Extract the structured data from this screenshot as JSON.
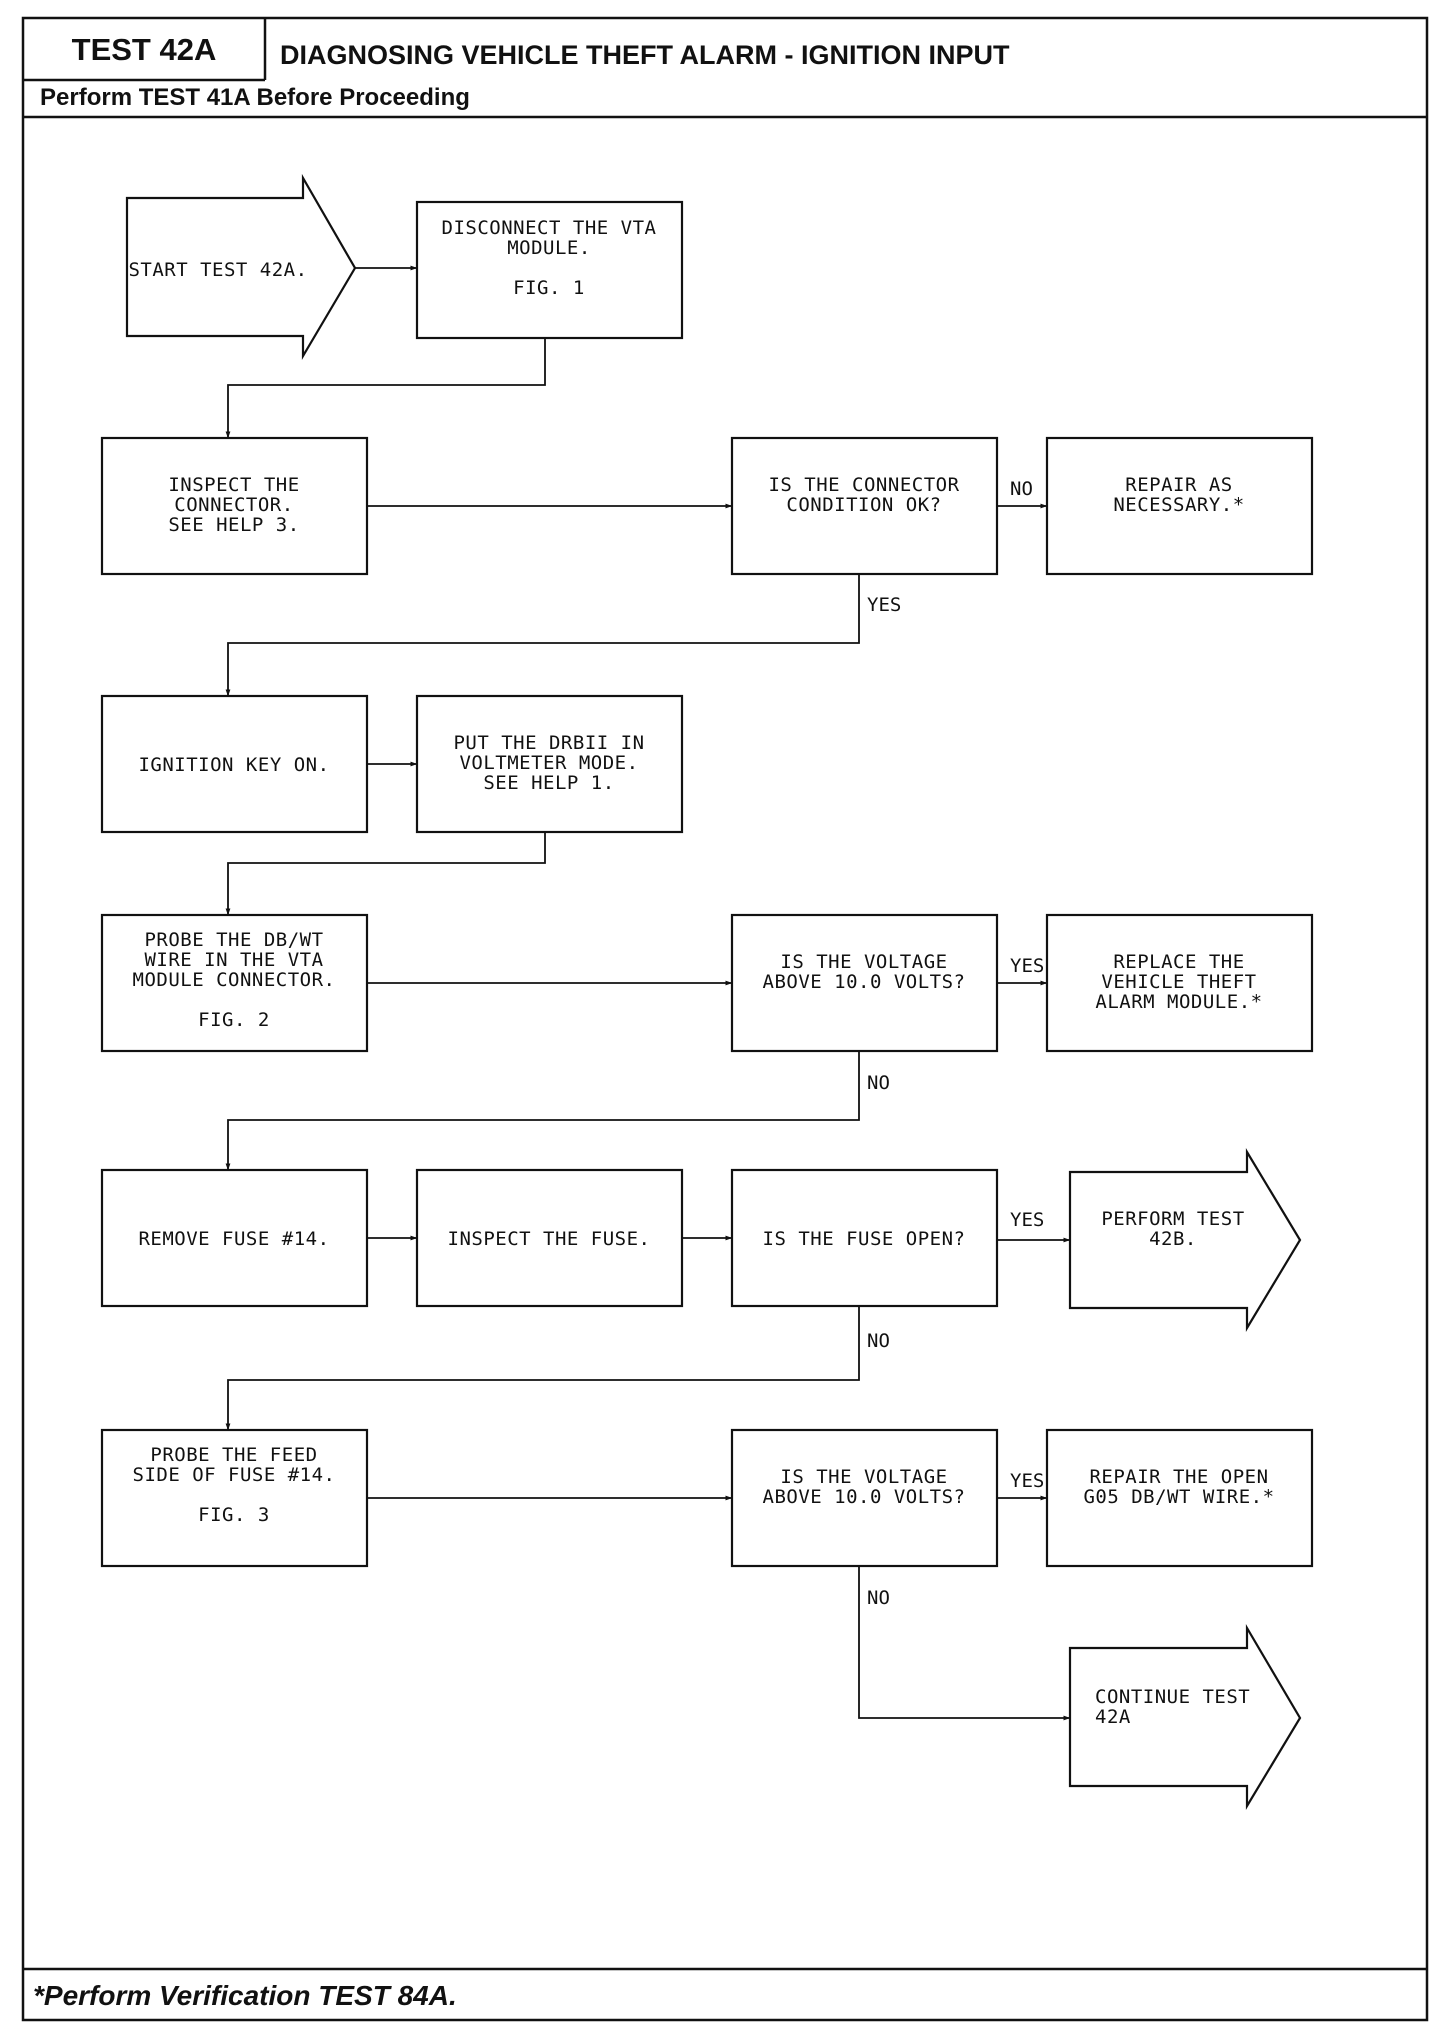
{
  "header": {
    "test_id": "TEST 42A",
    "title": "DIAGNOSING VEHICLE THEFT ALARM - IGNITION INPUT",
    "subtitle": "Perform TEST 41A Before Proceeding"
  },
  "footer": {
    "note": "*Perform Verification TEST 84A."
  },
  "flowchart": {
    "start": [
      "START TEST 42A."
    ],
    "disconnect": [
      "DISCONNECT THE VTA",
      "MODULE.",
      "",
      "FIG. 1"
    ],
    "inspect_connector": [
      "INSPECT THE",
      "CONNECTOR.",
      "SEE HELP 3."
    ],
    "connector_ok": [
      "IS THE CONNECTOR",
      "CONDITION OK?"
    ],
    "repair_necessary": [
      "REPAIR AS",
      "NECESSARY.*"
    ],
    "ignition_on": [
      "IGNITION KEY ON."
    ],
    "put_drbii": [
      "PUT THE DRBII IN",
      "VOLTMETER MODE.",
      "SEE HELP 1."
    ],
    "probe_dbwt": [
      "PROBE THE DB/WT",
      "WIRE IN THE VTA",
      "MODULE CONNECTOR.",
      "",
      "FIG. 2"
    ],
    "voltage_q1": [
      "IS THE VOLTAGE",
      "ABOVE 10.0 VOLTS?"
    ],
    "replace_module": [
      "REPLACE THE",
      "VEHICLE THEFT",
      "ALARM MODULE.*"
    ],
    "remove_fuse": [
      "REMOVE FUSE #14."
    ],
    "inspect_fuse": [
      "INSPECT THE FUSE."
    ],
    "fuse_open": [
      "IS THE FUSE OPEN?"
    ],
    "perform_42b": [
      "PERFORM TEST",
      "42B."
    ],
    "probe_feed": [
      "PROBE THE FEED",
      "SIDE OF FUSE #14.",
      "",
      "FIG. 3"
    ],
    "voltage_q2": [
      "IS THE VOLTAGE",
      "ABOVE 10.0 VOLTS?"
    ],
    "repair_open": [
      "REPAIR THE OPEN",
      "G05 DB/WT WIRE.*"
    ],
    "continue_42a": [
      "CONTINUE TEST",
      "42A"
    ],
    "labels": {
      "no": "NO",
      "yes": "YES"
    }
  }
}
